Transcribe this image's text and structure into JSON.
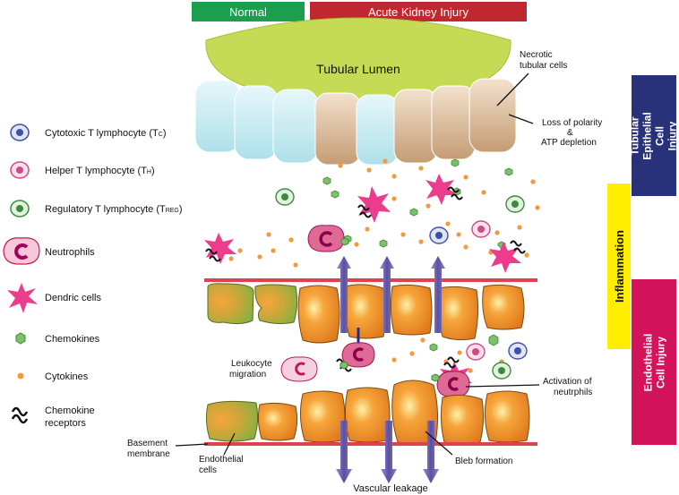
{
  "header": {
    "normal": "Normal",
    "aki": "Acute Kidney Injury"
  },
  "lumen": "Tubular Lumen",
  "labels": {
    "necrotic": [
      "Necrotic",
      "tubular cells"
    ],
    "loss_polarity": [
      "Loss of polarity",
      "&",
      "ATP depletion"
    ],
    "leukocyte_migration": [
      "Leukocyte",
      "migration"
    ],
    "activation": [
      "Activation of",
      "neutrphils"
    ],
    "basement": [
      "Basement",
      "membrane"
    ],
    "endothelial": [
      "Endothelial",
      "cells"
    ],
    "bleb": "Bleb formation",
    "vascular": "Vascular leakage"
  },
  "legend": {
    "cytotoxic": {
      "main": "Cytotoxic T lymphocyte (T",
      "sub": "C",
      "close": ")"
    },
    "helper": {
      "main": "Helper T lymphocyte (T",
      "sub": "H",
      "close": ")"
    },
    "regulatory": {
      "main": "Regulatory T lymphocyte (T",
      "sub": "REG",
      "close": ")"
    },
    "neutrophils": "Neutrophils",
    "dendric": "Dendric cells",
    "chemokines": "Chemokines",
    "cytokines": "Cytokines",
    "receptors": [
      "Chemokine",
      "receptors"
    ]
  },
  "side": {
    "tubular": "Tubular Epithelial Cell Injury",
    "inflammation": "Inflammation",
    "endothelial": "Endothelial Cell Injury"
  },
  "colors": {
    "green_header": "#1c9e4f",
    "red_header": "#c0282f",
    "navy": "#27327a",
    "yellow": "#ffee00",
    "magenta": "#d4145a",
    "lumen": "#c6db55",
    "membrane": "#e0414b",
    "arrow": "#6a5fa8"
  }
}
